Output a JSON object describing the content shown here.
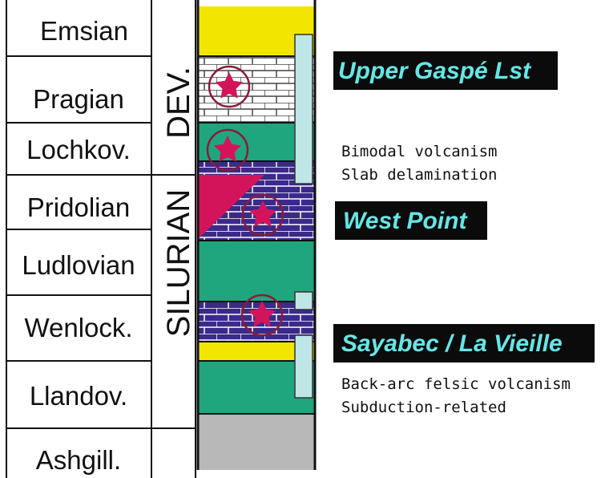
{
  "stages": [
    "Emsian",
    "Pragian",
    "Lochkov.",
    "Pridolian",
    "Ludlovian",
    "Wenlock.",
    "Llandov.",
    "Ashgill."
  ],
  "periods": {
    "devonian": "DEV.",
    "silurian": "SILURIAN"
  },
  "formations": {
    "upper_gaspe": "Upper Gaspé Lst",
    "west_point": "West Point",
    "sayabec": "Sayabec / La Vieille"
  },
  "notes": {
    "bimodal": "Bimodal volcanism",
    "slab": "Slab delamination",
    "backarc": "Back-arc felsic volcanism",
    "subduction": "Subduction-related"
  },
  "colors": {
    "yellow": "#f2e600",
    "green": "#1fa67e",
    "limestone_white": "#ffffff",
    "limestone_purple": "#3b2a8a",
    "grey": "#b8b8b8",
    "magenta": "#d4145a",
    "star_ring": "#8b1a3a",
    "bar": "#bfe6e6",
    "label_bg": "#0b0b0b",
    "label_text": "#66e6e6"
  }
}
